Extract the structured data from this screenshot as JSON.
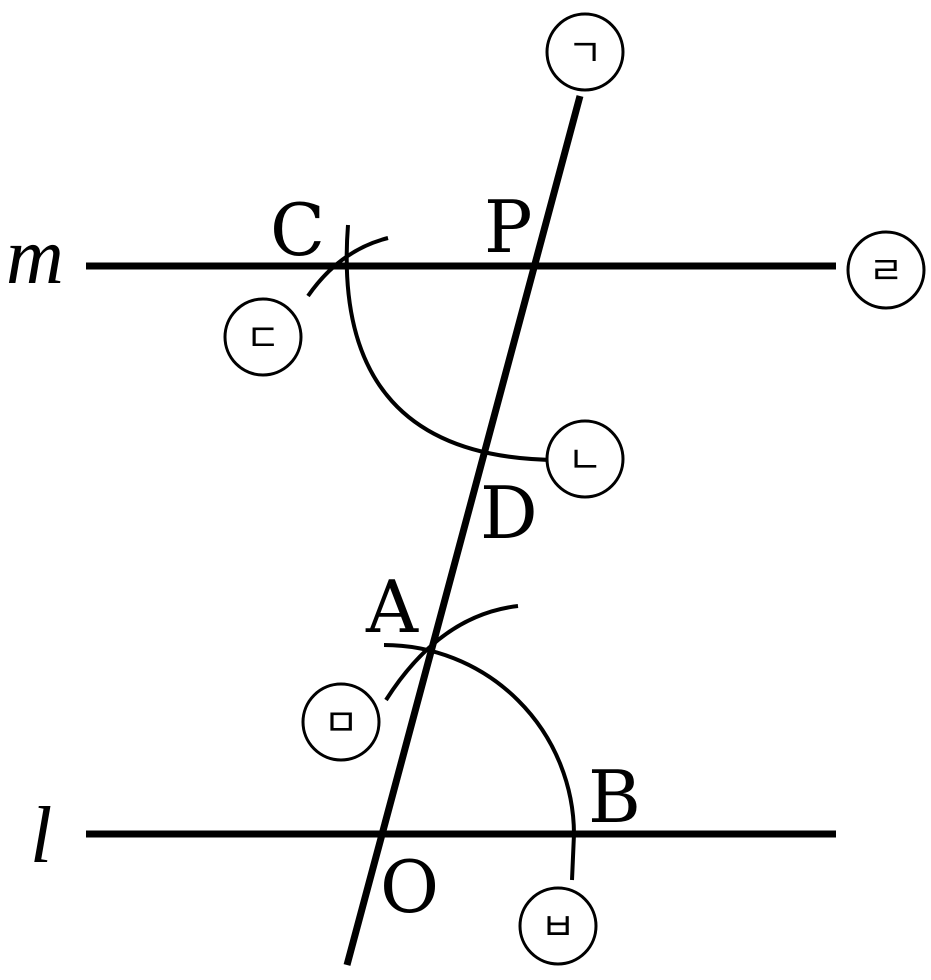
{
  "lines": {
    "m": "m",
    "l": "l"
  },
  "points": {
    "P": "P",
    "C": "C",
    "D": "D",
    "A": "A",
    "B": "B",
    "O": "O"
  },
  "steps": {
    "s1": "ㄱ",
    "s2": "ㄴ",
    "s3": "ㄷ",
    "s4": "ㄹ",
    "s5": "ㅁ",
    "s6": "ㅂ"
  }
}
